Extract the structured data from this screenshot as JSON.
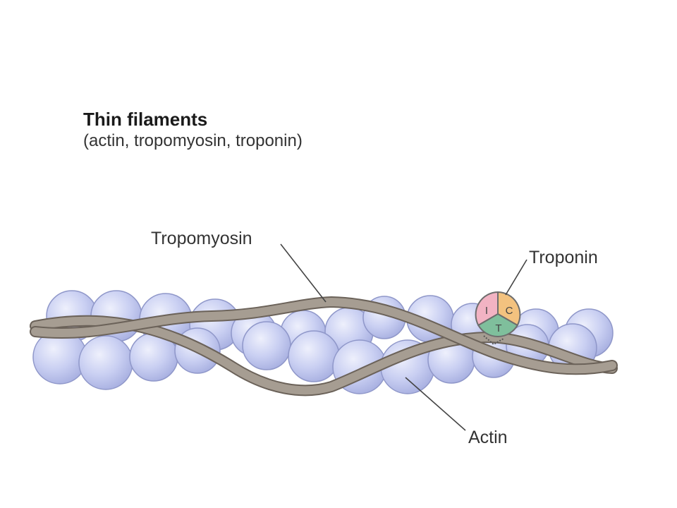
{
  "figure": {
    "title": "Thin filaments",
    "subtitle": "(actin, tropomyosin, troponin)"
  },
  "labels": {
    "tropomyosin": "Tropomyosin",
    "troponin": "Troponin",
    "actin": "Actin"
  },
  "troponin_subunits": {
    "i": "I",
    "c": "C",
    "t": "T"
  },
  "colors": {
    "actin_fill": "#c3c9ee",
    "actin_stroke": "#8f97c9",
    "tropomyosin_fill": "#a69d92",
    "tropomyosin_stroke": "#6b6259",
    "troponin_i": "#f2b3c3",
    "troponin_c": "#f3c27f",
    "troponin_t": "#7fbf9c"
  }
}
